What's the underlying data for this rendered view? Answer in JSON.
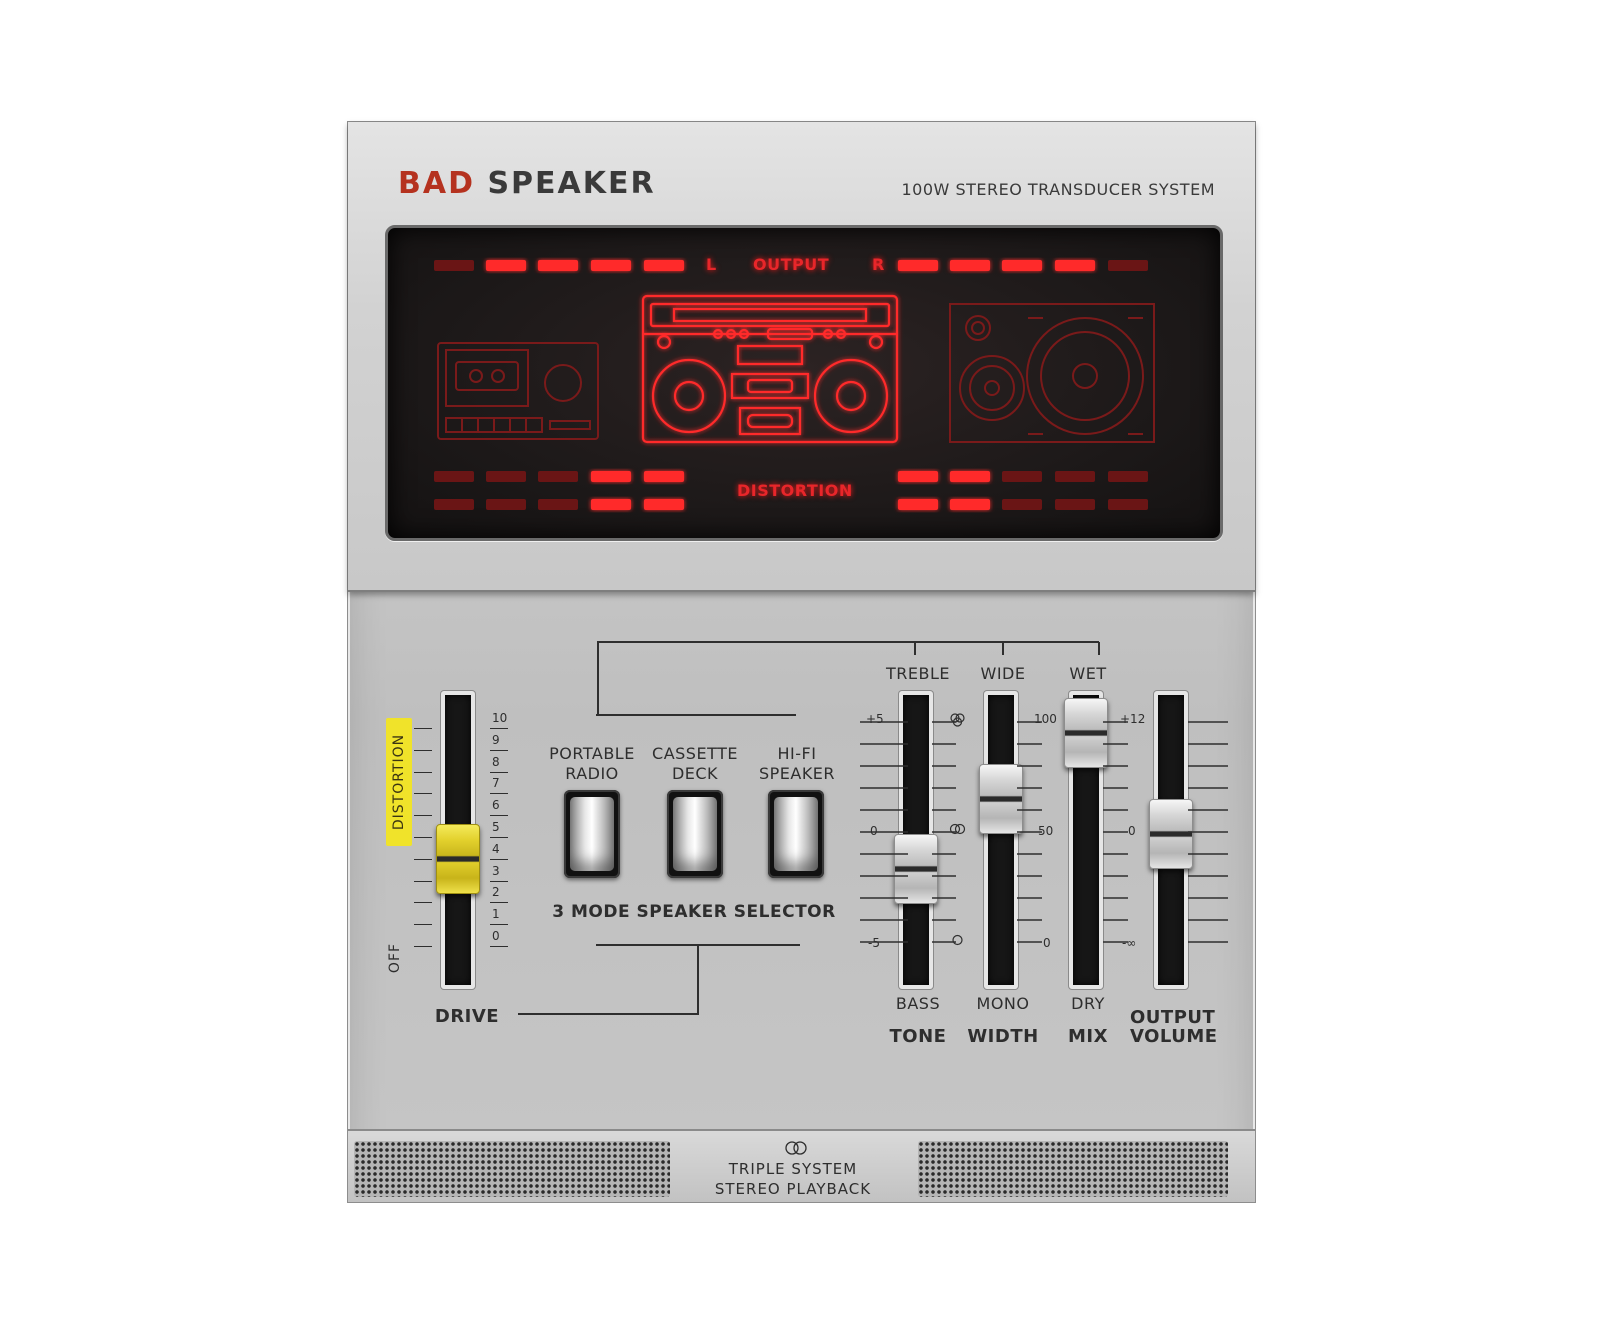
{
  "header": {
    "brand_bad": "BAD",
    "brand_speaker": "SPEAKER",
    "tagline": "100W STEREO TRANSDUCER SYSTEM"
  },
  "display": {
    "output_label": "OUTPUT",
    "left_channel": "L",
    "right_channel": "R",
    "distortion_label": "DISTORTION",
    "output_meter_left_active": 4,
    "output_meter_right_active": 4,
    "distortion_meter_left_active": 2,
    "distortion_meter_right_active": 2,
    "accent_color": "#ff2a2a",
    "dim_color": "#6a1515"
  },
  "drive": {
    "label": "DRIVE",
    "tag": "DISTORTION",
    "off_label": "OFF",
    "scale": [
      "10",
      "9",
      "8",
      "7",
      "6",
      "5",
      "4",
      "3",
      "2",
      "1",
      "0"
    ],
    "value": 4
  },
  "speaker_selector": {
    "title": "3 MODE SPEAKER SELECTOR",
    "modes": [
      {
        "line1": "PORTABLE",
        "line2": "RADIO"
      },
      {
        "line1": "CASSETTE",
        "line2": "DECK"
      },
      {
        "line1": "HI-FI",
        "line2": "SPEAKER"
      }
    ]
  },
  "tone": {
    "top": "TREBLE",
    "bottom": "BASS",
    "name": "TONE",
    "scale_top": "+5",
    "scale_mid": "0",
    "scale_bot": "-5"
  },
  "width": {
    "top": "WIDE",
    "bottom": "MONO",
    "name": "WIDTH"
  },
  "mix": {
    "top": "WET",
    "bottom": "DRY",
    "name": "MIX",
    "scale_top": "100",
    "scale_mid": "50",
    "scale_bot": "0"
  },
  "output": {
    "name_line1": "OUTPUT",
    "name_line2": "VOLUME",
    "scale_top": "+12",
    "scale_mid": "0",
    "scale_bot": "-∞"
  },
  "footer": {
    "line1": "TRIPLE SYSTEM",
    "line2": "STEREO PLAYBACK"
  }
}
